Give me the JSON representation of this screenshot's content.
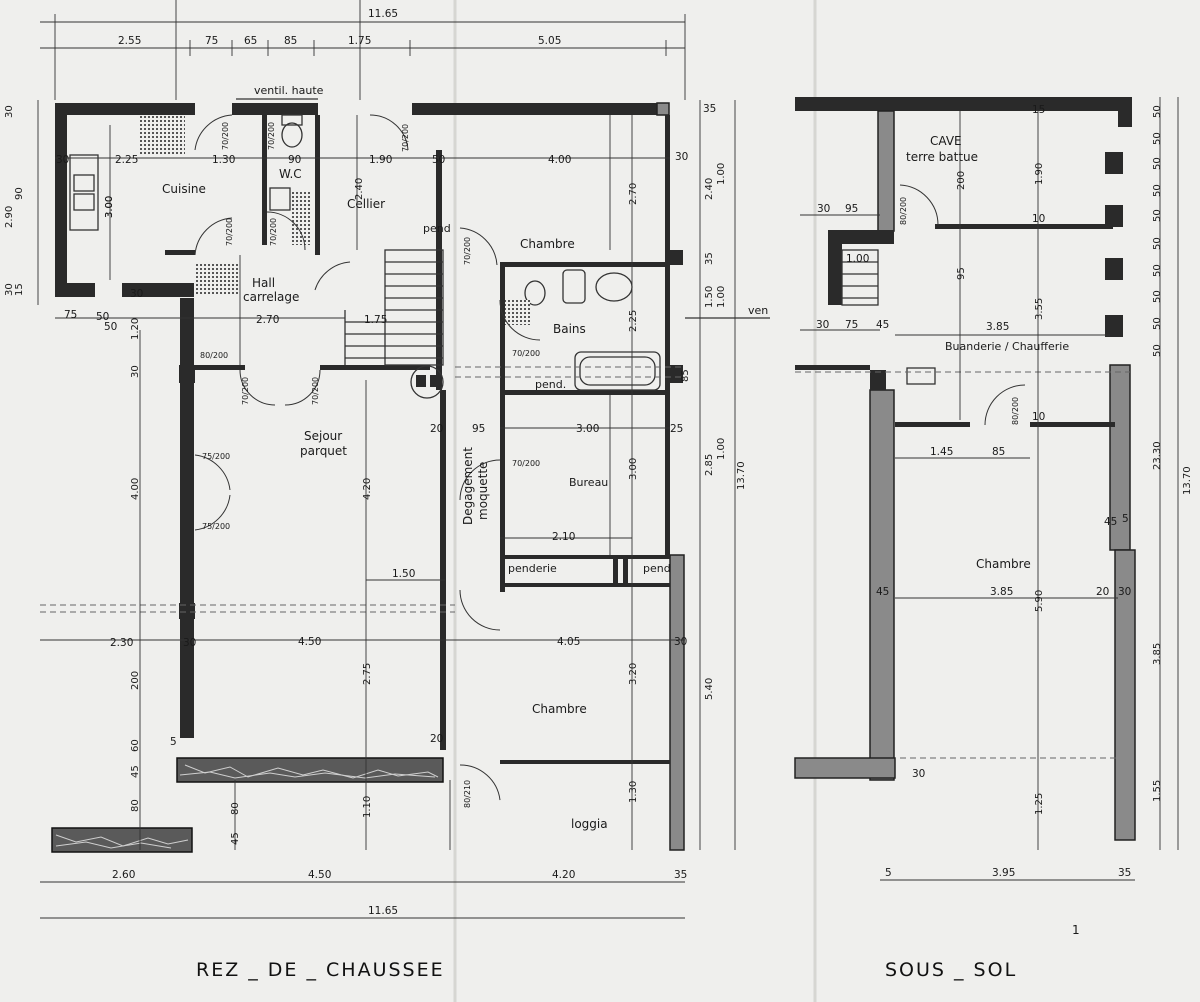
{
  "titles": {
    "ground_floor": "REZ _ DE _ CHAUSSEE",
    "basement": "SOUS _ SOL"
  },
  "ground_floor": {
    "rooms": {
      "cuisine": "Cuisine",
      "wc": "W.C",
      "cellier": "Cellier",
      "hall_1": "Hall",
      "hall_2": "carrelage",
      "chambre_top": "Chambre",
      "bains": "Bains",
      "sejour_1": "Sejour",
      "sejour_2": "parquet",
      "degagement_1": "Degagement",
      "degagement_2": "moquette",
      "bureau": "Bureau",
      "chambre_bottom": "Chambre",
      "loggia": "loggia",
      "penderie": "penderie",
      "pend_cellier": "pend",
      "pend_bains": "pend.",
      "pend_bureau": "pend",
      "ventil": "ventil. haute",
      "ven": "ven"
    },
    "dims_top": [
      "11.65",
      "2.55",
      "75",
      "65",
      "85",
      "1.75",
      "5.05",
      "35"
    ],
    "dims_bottom": [
      "2.60",
      "4.50",
      "4.20",
      "35",
      "11.65"
    ],
    "dims_left": [
      "30",
      "3.00",
      "2.90",
      "90",
      "30",
      "15",
      "1.20",
      "30",
      "4.00",
      "2.30",
      "200",
      "60",
      "45",
      "80",
      "30",
      "30"
    ],
    "dims_right": [
      "35",
      "2.40",
      "1.00",
      "35",
      "1.50",
      "1.00",
      "2.85",
      "1.00",
      "5.40",
      "13.70",
      "30"
    ],
    "dims_interior": [
      "2.25",
      "1.30",
      "90",
      "1.90",
      "50",
      "4.00",
      "30",
      "3.00",
      "2.40",
      "2.70",
      "75",
      "50",
      "50",
      "2.70",
      "1.75",
      "2.25",
      "85",
      "95",
      "3.00",
      "25",
      "4.20",
      "3.00",
      "2.10",
      "1.50",
      "4.50",
      "4.05",
      "2.75",
      "3.20",
      "1.30",
      "1.10",
      "20",
      "20",
      "30",
      "80",
      "45",
      "5"
    ],
    "door_tags": [
      "70/200",
      "70/200",
      "70/200",
      "70/200",
      "70/200",
      "70/200",
      "80/200",
      "70/200",
      "70/200",
      "75/200",
      "75/200",
      "70/200",
      "70/200",
      "80/210"
    ]
  },
  "basement": {
    "rooms": {
      "cave_1": "CAVE",
      "cave_2": "terre battue",
      "buanderie": "Buanderie / Chaufferie",
      "chambre": "Chambre"
    },
    "dims_right": [
      "50",
      "50",
      "50",
      "50",
      "50",
      "50",
      "50",
      "50",
      "50",
      "50",
      "23.30",
      "13.70",
      "3.85",
      "1.55"
    ],
    "dims_interior": [
      "30",
      "95",
      "1.90",
      "200",
      "1.00",
      "95",
      "3.55",
      "30",
      "75",
      "45",
      "3.85",
      "1.45",
      "85",
      "45",
      "3.85",
      "5.90",
      "20",
      "30",
      "45",
      "5",
      "1.25",
      "30",
      "15",
      "10",
      "10"
    ],
    "dims_bottom": [
      "5",
      "3.95",
      "35"
    ],
    "door_tags": [
      "80/200",
      "80/200"
    ]
  },
  "annotations": {
    "note": "1"
  }
}
